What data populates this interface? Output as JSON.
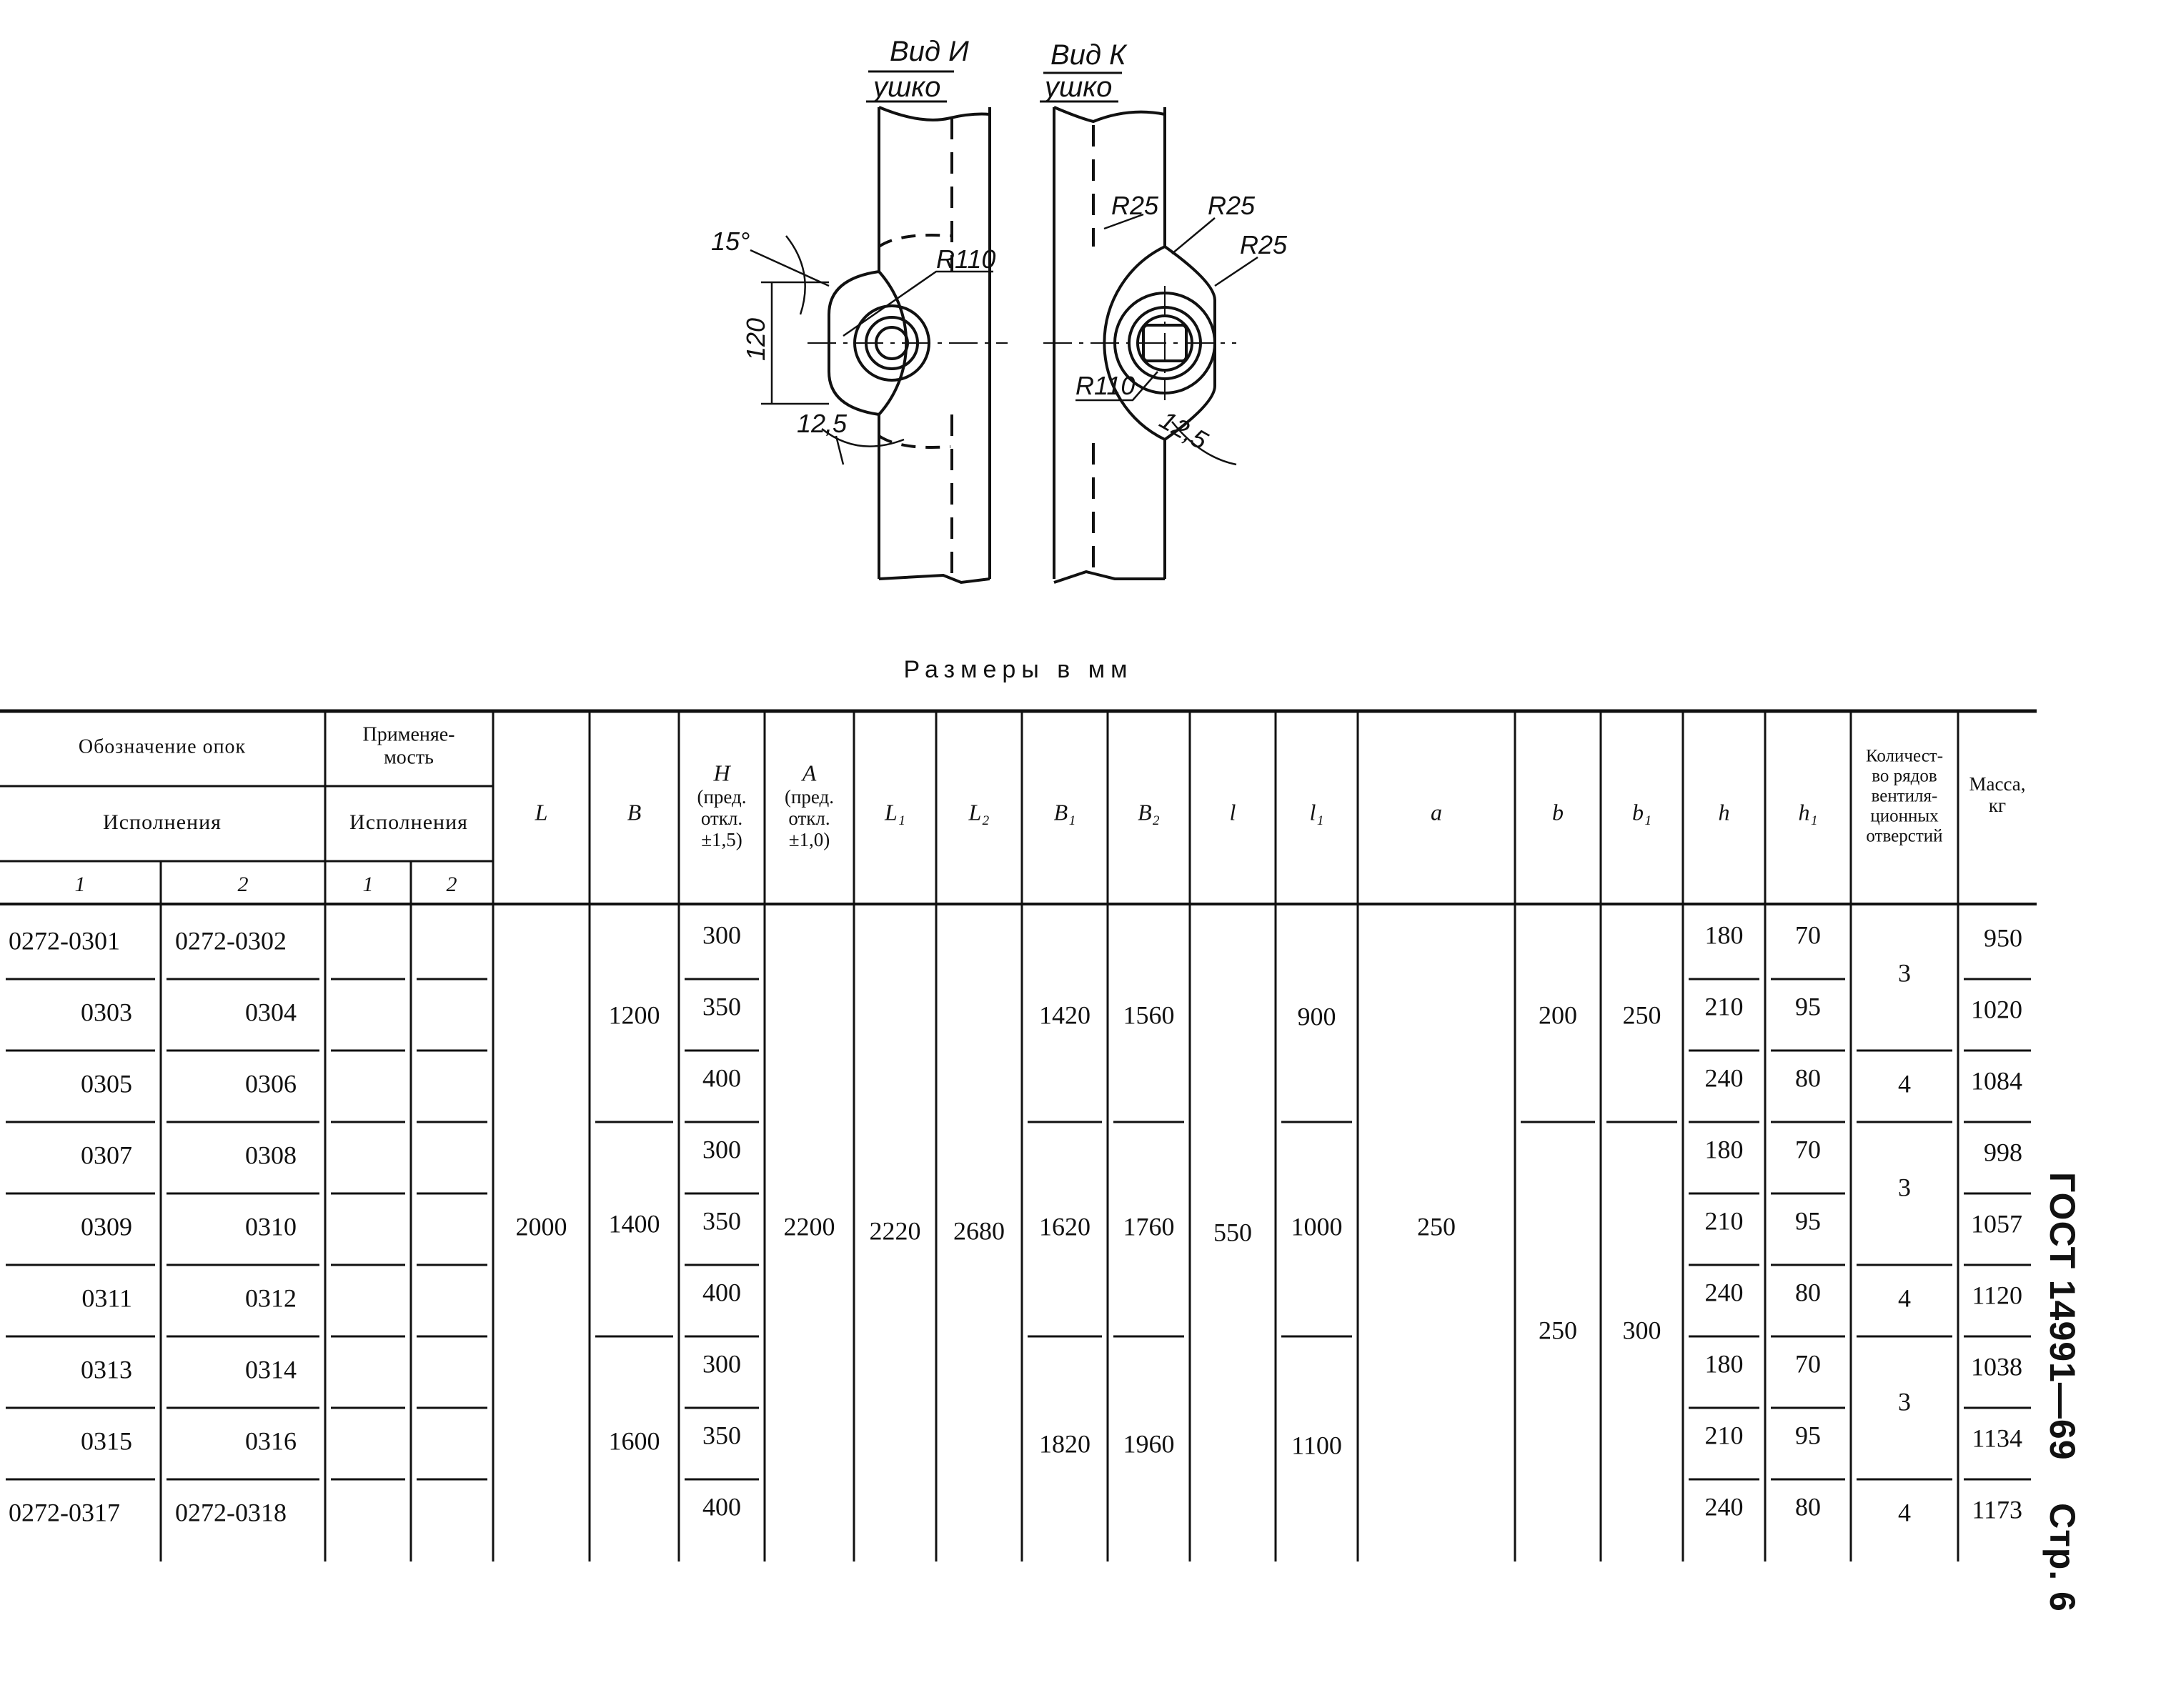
{
  "drawing": {
    "view_i_title": "Вид И",
    "view_i_subtitle": "ушко",
    "view_k_title": "Вид К",
    "view_k_subtitle": "ушко",
    "angle_label": "15°",
    "height_label": "120",
    "radius_r110_left": "R110",
    "radius_r110_right": "R110",
    "radius_r25_a": "R25",
    "radius_r25_b": "R25",
    "radius_r25_c": "R25",
    "rough_left": "12,5",
    "rough_right": "12,5"
  },
  "caption": "Размеры в мм",
  "table": {
    "header": {
      "designation": "Обозначение опок",
      "versions": "Исполнения",
      "applicability_1": "Применяе-",
      "applicability_2": "мость",
      "applic_versions": "Исполнения",
      "n1": "1",
      "n2": "2",
      "n3": "1",
      "n4": "2",
      "L": "L",
      "B": "B",
      "H": "H",
      "H_1": "(пред.",
      "H_2": "откл.",
      "H_3": "±1,5)",
      "A": "A",
      "A_1": "(пред.",
      "A_2": "откл.",
      "A_3": "±1,0)",
      "L1": "L₁",
      "L2": "L₂",
      "B1": "B₁",
      "B2": "B₂",
      "l": "l",
      "l1": "l₁",
      "a": "a",
      "b": "b",
      "b1": "b₁",
      "h": "h",
      "h1": "h₁",
      "rows_1": "Количест-",
      "rows_2": "во рядов",
      "rows_3": "вентиля-",
      "rows_4": "ционных",
      "rows_5": "отверстий",
      "mass_1": "Масса,",
      "mass_2": "кг"
    },
    "rows": [
      {
        "v1": "0272-0301",
        "v2": "0272-0302",
        "H": "300",
        "h": "180",
        "h1": "70",
        "mass": "950"
      },
      {
        "v1": "0303",
        "v2": "0304",
        "H": "350",
        "h": "210",
        "h1": "95",
        "mass": "1020"
      },
      {
        "v1": "0305",
        "v2": "0306",
        "H": "400",
        "h": "240",
        "h1": "80",
        "mass": "1084"
      },
      {
        "v1": "0307",
        "v2": "0308",
        "H": "300",
        "h": "180",
        "h1": "70",
        "mass": "998"
      },
      {
        "v1": "0309",
        "v2": "0310",
        "H": "350",
        "h": "210",
        "h1": "95",
        "mass": "1057"
      },
      {
        "v1": "0311",
        "v2": "0312",
        "H": "400",
        "h": "240",
        "h1": "80",
        "mass": "1120"
      },
      {
        "v1": "0313",
        "v2": "0314",
        "H": "300",
        "h": "180",
        "h1": "70",
        "mass": "1038"
      },
      {
        "v1": "0315",
        "v2": "0316",
        "H": "350",
        "h": "210",
        "h1": "95",
        "mass": "1134"
      },
      {
        "v1": "0272-0317",
        "v2": "0272-0318",
        "H": "400",
        "h": "240",
        "h1": "80",
        "mass": "1173"
      }
    ],
    "merged": {
      "L": "2000",
      "A": "2200",
      "L1": "2220",
      "L2": "2680",
      "l": "550",
      "a": "250",
      "B_1": "1200",
      "B_2": "1400",
      "B_3": "1600",
      "B1_1": "1420",
      "B1_2": "1620",
      "B1_3": "1820",
      "B2_1": "1560",
      "B2_2": "1760",
      "B2_3": "1960",
      "l1_1": "900",
      "l1_2": "1000",
      "l1_3": "1100",
      "b_1": "200",
      "b_2": "250",
      "b1_1": "250",
      "b1_2": "300",
      "rows_1": "3",
      "rows_2": "4",
      "rows_3": "3",
      "rows_4": "4",
      "rows_5": "3",
      "rows_6": "4"
    }
  },
  "side_label": {
    "standard": "ГОСТ 14991—69",
    "page": "Стр. 6"
  }
}
